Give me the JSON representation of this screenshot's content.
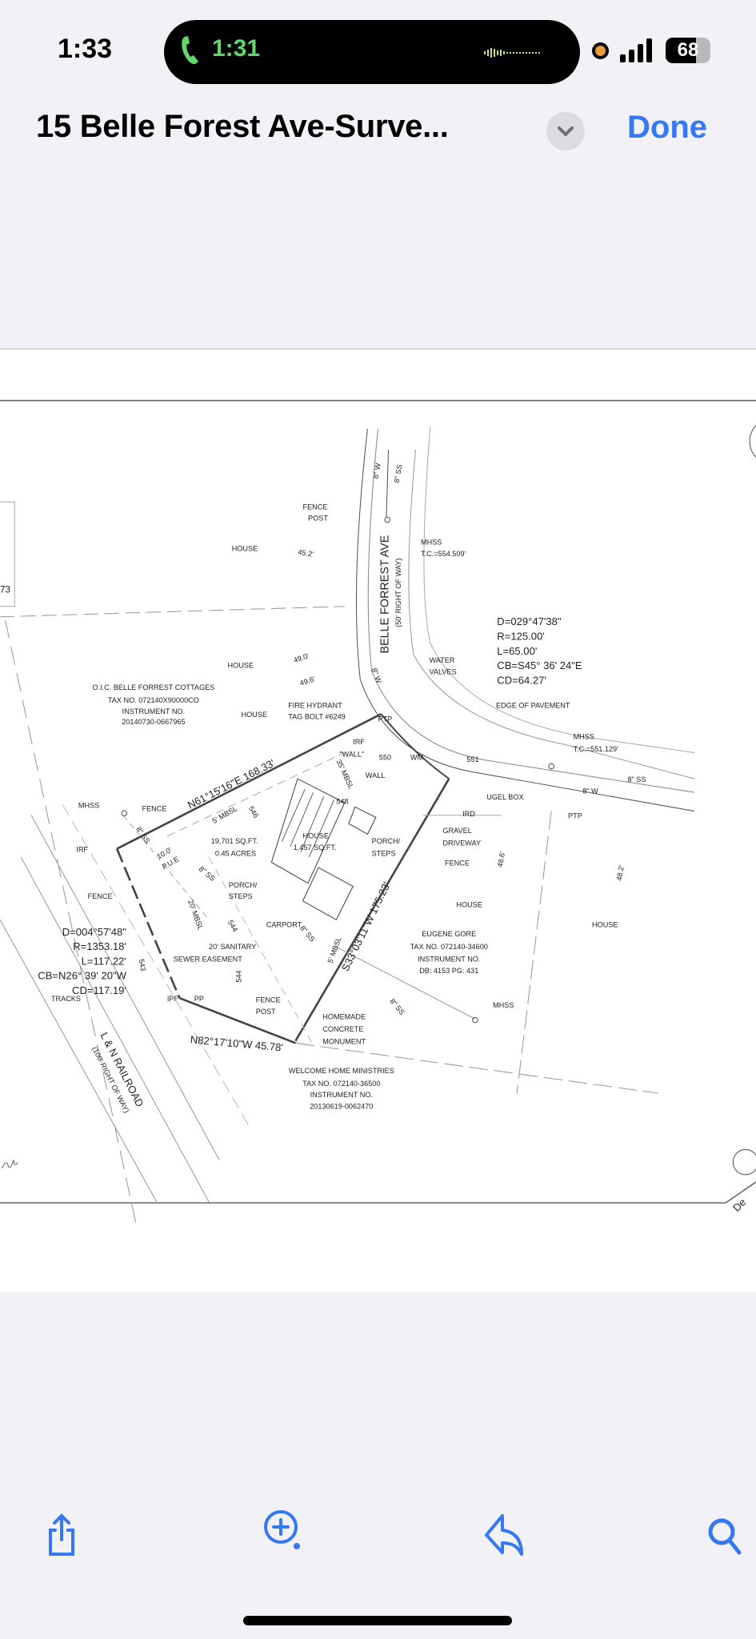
{
  "status_bar": {
    "time": "1:33",
    "call_time": "1:31",
    "battery": "68",
    "battery_level_percent": 68
  },
  "header": {
    "title": "15 Belle Forest Ave-Surve...",
    "done_label": "Done",
    "menu_icon": "chevron-down-icon"
  },
  "colors": {
    "accent": "#3478f6",
    "call_green": "#62d66a",
    "background": "#f1f1f6"
  },
  "toolbar": {
    "icons": [
      "share-icon",
      "markup-zoom-icon",
      "reply-icon",
      "search-icon"
    ]
  },
  "drawing": {
    "labels": [
      "8\" W",
      "8\" SS",
      "FENCE",
      "POST",
      "HOUSE",
      "45.2'",
      "MHSS",
      "T.C.=554.509'",
      "73",
      "BELLE FORREST AVE",
      "(50' RIGHT OF WAY)",
      "D=029°47'38\"",
      "R=125.00'",
      "L=65.00'",
      "CB=S45° 36' 24\"E",
      "CD=64.27'",
      "HOUSE",
      "49.0'",
      "WATER",
      "VALVES",
      "O.I.C. BELLE FORREST COTTAGES",
      "TAX NO. 072140X90000CO",
      "INSTRUMENT NO.",
      "20140730-0667965",
      "49.6'",
      "HOUSE",
      "FIRE HYDRANT",
      "TAG BOLT #6249",
      "PTP",
      "EDGE OF PAVEMENT",
      "MHSS",
      "T.C.=551.129'",
      "IRF",
      "\"WALL\"",
      "550",
      "WM",
      "551",
      "8\" W",
      "8\" SS",
      "8\" W",
      "WALL",
      "UGEL BOX",
      "N61°15'16\"E  168.33'",
      "35' MBSL",
      "548",
      "546",
      "5' MBSL",
      "MHSS",
      "FENCE",
      "IRD",
      "PTP",
      "GRAVEL",
      "DRIVEWAY",
      "HOUSE",
      "1,457 SQ.FT.",
      "19,701 SQ.FT.",
      "0.45 ACRES",
      "PORCH/",
      "STEPS",
      "IRF",
      "FENCE",
      "48.6'",
      "8\" SS",
      "10.0'",
      "P.U.E",
      "8\" SS",
      "PORCH/",
      "STEPS",
      "48.2'",
      "FENCE",
      "HOUSE",
      "HOUSE",
      "CARPORT",
      "20' MBSL",
      "544",
      "S33°03'11\"W  175.23'",
      "5' MBSL",
      "8\" SS",
      "EUGENE GORE",
      "TAX NO. 072140-34600",
      "INSTRUMENT NO.",
      "DB: 4153 PG: 431",
      "D=004°57'48\"",
      "R=1353.18'",
      "L=117.22'",
      "CB=N26° 39' 20\"W",
      "CD=117.19'",
      "20' SANITARY",
      "SEWER EASEMENT",
      "543",
      "544",
      "8\" SS",
      "PP",
      "FENCE",
      "POST",
      "TRACKS",
      "IPF",
      "HOMEMADE",
      "CONCRETE",
      "MONUMENT",
      "MHSS",
      "N82°17'10\"W  45.78'",
      "WELCOME HOME MINISTRIES",
      "TAX NO. 072140-36500",
      "INSTRUMENT NO.",
      "20130619-0062470",
      "L & N RAILROAD",
      "(100' RIGHT OF WAY)",
      "De"
    ]
  }
}
